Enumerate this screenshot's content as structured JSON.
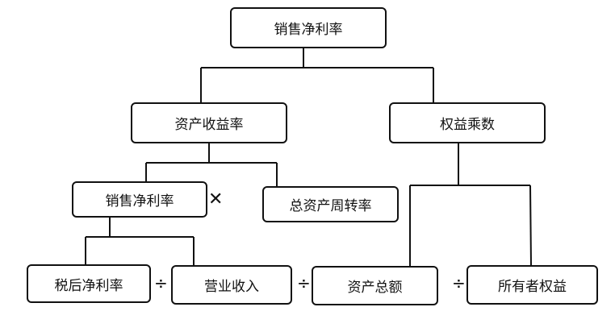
{
  "nodes": {
    "root": "销售净利率",
    "roa": "资产收益率",
    "equity_multiplier": "权益乘数",
    "net_margin": "销售净利率",
    "asset_turnover": "总资产周转率",
    "after_tax_profit": "税后净利率",
    "revenue": "营业收入",
    "total_assets": "资产总额",
    "owners_equity": "所有者权益"
  },
  "operators": {
    "multiply": "✕",
    "divide_1": "÷",
    "divide_2": "÷",
    "divide_3": "÷"
  }
}
